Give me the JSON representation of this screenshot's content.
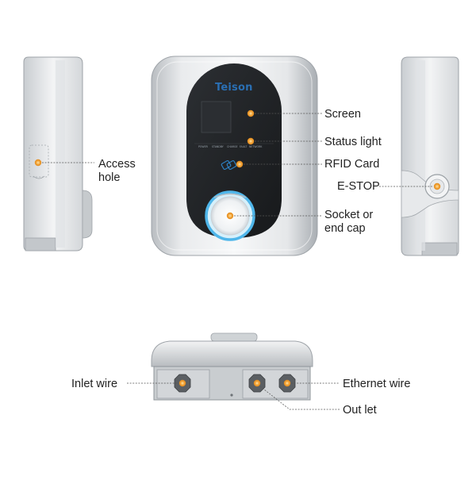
{
  "brand": {
    "logo_text": "Teison"
  },
  "front_view": {
    "status_strip": [
      "POWER",
      "STANDBY",
      "CHARGE",
      "FAULT",
      "NETWORK"
    ]
  },
  "labels": {
    "screen": "Screen",
    "status_light": "Status light",
    "rfid_card": "RFID Card",
    "socket_line1": "Socket or",
    "socket_line2": "end cap",
    "access_line1": "Access",
    "access_line2": "hole",
    "estop": "E-STOP",
    "inlet_wire": "Inlet wire",
    "ethernet_wire": "Ethernet wire",
    "outlet": "Out let"
  },
  "colors": {
    "marker": "#f2a33a",
    "leader_line": "#555555",
    "brand_blue": "#2a6fb3",
    "socket_ring": "#4fb6ea"
  }
}
